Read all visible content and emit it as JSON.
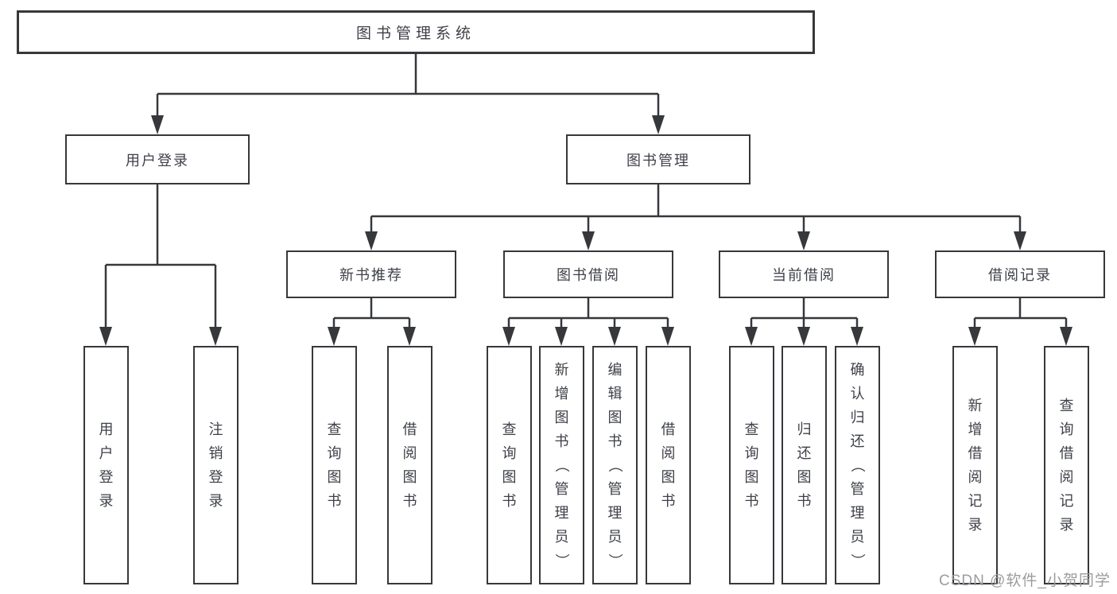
{
  "colors": {
    "line": "#36383b",
    "text": "#3e4148",
    "watermark": "#9c9c9f",
    "background": "#ffffff"
  },
  "tree": {
    "root": "图书管理系统",
    "branches": [
      {
        "label": "用户登录",
        "leaves": [
          "用户登录",
          "注销登录"
        ]
      },
      {
        "label": "图书管理",
        "children": [
          {
            "label": "新书推荐",
            "leaves": [
              "查询图书",
              "借阅图书"
            ]
          },
          {
            "label": "图书借阅",
            "leaves": [
              "查询图书",
              "新增图书（管理员）",
              "编辑图书（管理员）",
              "借阅图书"
            ]
          },
          {
            "label": "当前借阅",
            "leaves": [
              "查询图书",
              "归还图书",
              "确认归还（管理员）"
            ]
          },
          {
            "label": "借阅记录",
            "leaves": [
              "新增借阅记录",
              "查询借阅记录"
            ]
          }
        ]
      }
    ]
  },
  "watermark": {
    "text": "CSDN @软件_小贺同学"
  }
}
